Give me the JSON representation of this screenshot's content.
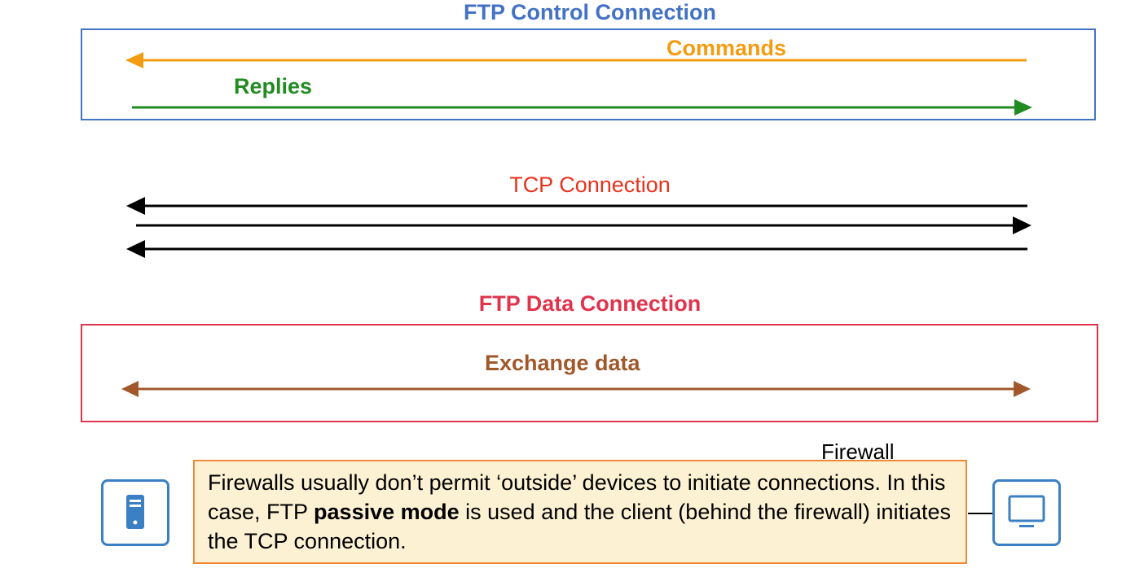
{
  "control": {
    "title": "FTP Control Connection",
    "commands_label": "Commands",
    "replies_label": "Replies"
  },
  "tcp": {
    "title": "TCP Connection"
  },
  "data_conn": {
    "title": "FTP Data Connection",
    "exchange_label": "Exchange data"
  },
  "firewall_label": "Firewall",
  "note": {
    "text_1": "Firewalls usually don’t permit ‘outside’ devices to initiate connections.  In this case, FTP ",
    "text_bold": "passive mode",
    "text_2": " is used and the client (behind the firewall) initiates the TCP connection."
  },
  "devices": {
    "left_icon": "server-icon",
    "right_icon": "pc-icon"
  },
  "colors": {
    "control_blue": "#4472c4",
    "commands_orange": "#f39c12",
    "replies_green": "#228b22",
    "tcp_red": "#e8321c",
    "data_red": "#e0344c",
    "exchange_brown": "#a0582a",
    "note_border": "#f08a3a",
    "note_fill": "#fdf1d3",
    "device_blue": "#3b7fc4"
  }
}
